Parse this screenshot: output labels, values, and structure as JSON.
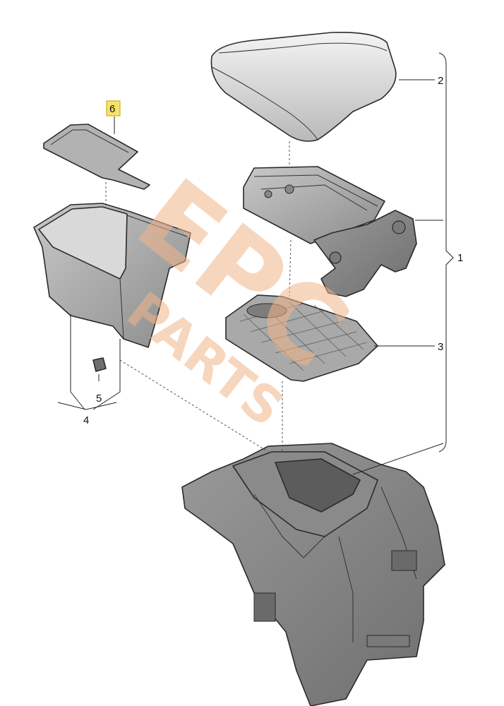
{
  "callouts": {
    "c1": "1",
    "c2": "2",
    "c3": "3",
    "c4": "4",
    "c5": "5",
    "c6": "6"
  },
  "highlight_color": "#f7e36a",
  "watermark": {
    "line1": "EPC",
    "line2": "PARTS"
  },
  "parts": [
    "armrest-lid",
    "armrest-hinge-mechanism",
    "storage-tray-mat",
    "storage-bin",
    "bin-clip",
    "bin-insert-mat",
    "center-console-housing"
  ]
}
